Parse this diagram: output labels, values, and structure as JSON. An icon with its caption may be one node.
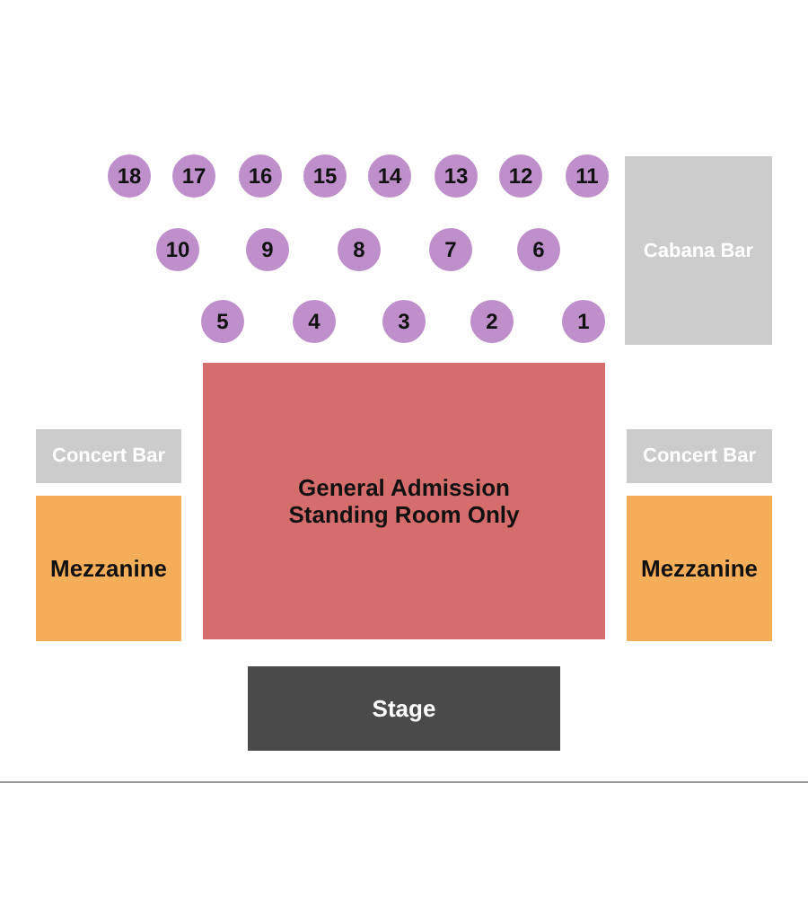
{
  "diagram": {
    "nodes": [
      {
        "text": [
          "18"
        ]
      },
      {
        "text": [
          "17"
        ]
      },
      {
        "text": [
          "16"
        ]
      },
      {
        "text": [
          "15"
        ]
      },
      {
        "text": [
          "14"
        ]
      },
      {
        "text": [
          "13"
        ]
      },
      {
        "text": [
          "12"
        ]
      },
      {
        "text": [
          "11"
        ]
      },
      {
        "text": [
          "Cabana Bar"
        ]
      },
      {
        "text": [
          "10"
        ]
      },
      {
        "text": [
          "9"
        ]
      },
      {
        "text": [
          "8"
        ]
      },
      {
        "text": [
          "7"
        ]
      },
      {
        "text": [
          "6"
        ]
      },
      {
        "text": [
          "5"
        ]
      },
      {
        "text": [
          "4"
        ]
      },
      {
        "text": [
          "3"
        ]
      },
      {
        "text": [
          "2"
        ]
      },
      {
        "text": [
          "1"
        ]
      },
      {
        "text": [
          "Concert Bar"
        ]
      },
      {
        "text": [
          "General Admission Standing Room Only"
        ]
      },
      {
        "text": [
          "Concert Bar"
        ]
      },
      {
        "text": [
          "Mezzanine"
        ]
      },
      {
        "text": [
          "Mezzanine"
        ]
      },
      {
        "text": [
          "Stage"
        ]
      }
    ],
    "edges": []
  }
}
